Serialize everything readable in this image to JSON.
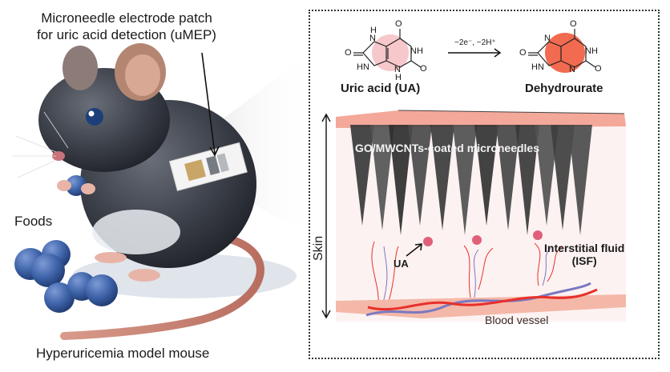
{
  "left": {
    "patch_label_line1": "Microneedle electrode patch",
    "patch_label_line2": "for uric acid detection (uMEP)",
    "foods_label": "Foods",
    "caption": "Hyperuricemia model mouse"
  },
  "reaction": {
    "reactant_name": "Uric acid (UA)",
    "product_name": "Dehydrourate",
    "conditions": "−2e⁻, −2H⁺",
    "atoms": {
      "O": "O",
      "NH": "NH",
      "HN": "HN",
      "N": "N",
      "H": "H"
    }
  },
  "skin_diagram": {
    "skin_label": "Skin",
    "needles_label": "GO/MWCNTs-coated microneedles",
    "ua_label": "UA",
    "isf_label_line1": "Interstitial fluid",
    "isf_label_line2": "(ISF)",
    "vessel_label": "Blood vessel"
  },
  "colors": {
    "skin_pink": "#f4a89a",
    "needle_dark": "#3a3a3a",
    "ua_particle": "#e0607a",
    "artery_red": "#e8302a",
    "vein_blue": "#7a78c0",
    "highlight_pink": "#f6c8cc",
    "highlight_red": "#f26a50",
    "blueberry": "#3e63a8",
    "mouse_fur": "#3b3f48"
  }
}
